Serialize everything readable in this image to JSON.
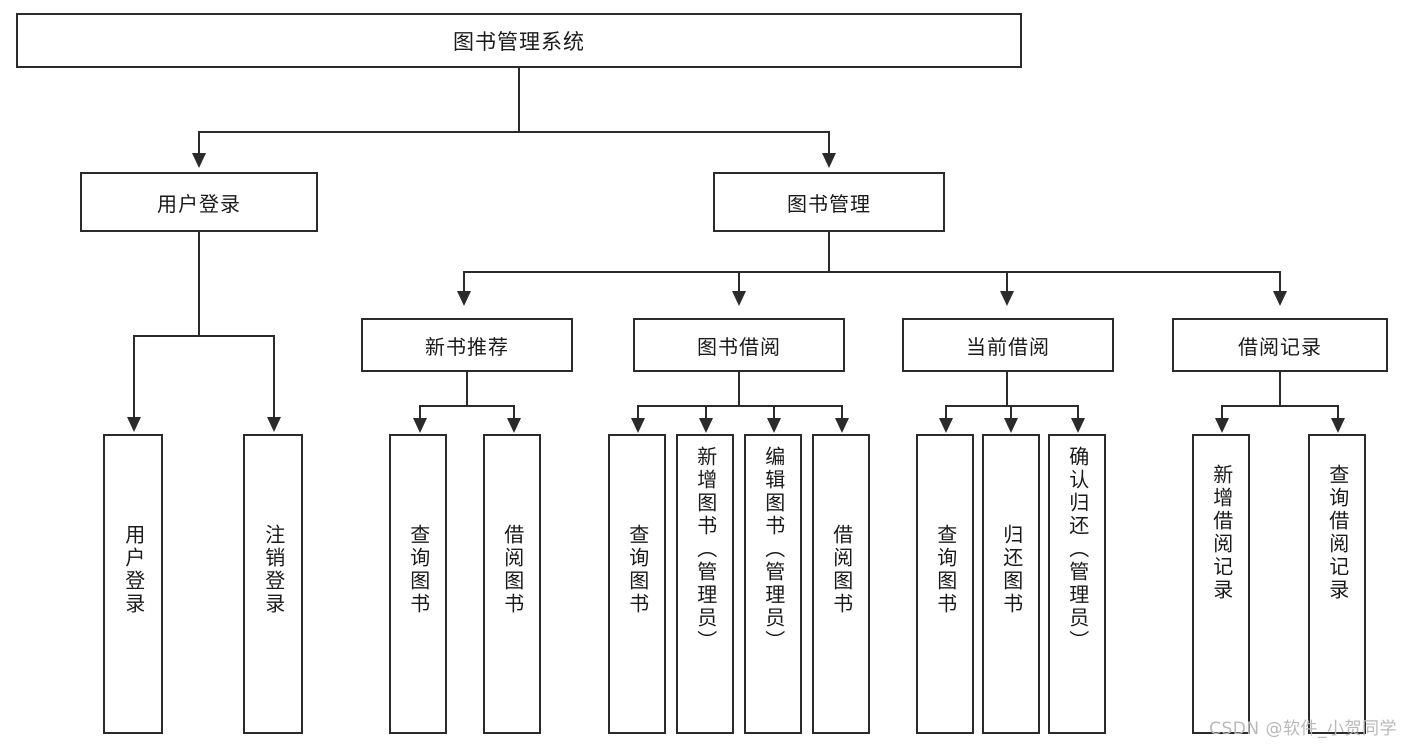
{
  "diagram": {
    "title": "图书管理系统",
    "type": "tree-hierarchy",
    "watermark": "CSDN @软件_小贺同学",
    "colors": {
      "stroke": "#2b2b2b",
      "fill": "#ffffff",
      "text": "#1a1a1a",
      "watermark": "#b9b9b9"
    },
    "root": {
      "label": "图书管理系统"
    },
    "level2": [
      {
        "label": "用户登录"
      },
      {
        "label": "图书管理"
      }
    ],
    "level3": [
      {
        "label": "新书推荐"
      },
      {
        "label": "图书借阅"
      },
      {
        "label": "当前借阅"
      },
      {
        "label": "借阅记录"
      }
    ],
    "leaves": {
      "user_login": [
        {
          "label": "用户登录"
        },
        {
          "label": "注销登录"
        }
      ],
      "new_book_recommend": [
        {
          "label": "查询图书"
        },
        {
          "label": "借阅图书"
        }
      ],
      "book_borrow": [
        {
          "label": "查询图书"
        },
        {
          "label": "新增图书（管理员）"
        },
        {
          "label": "编辑图书（管理员）"
        },
        {
          "label": "借阅图书"
        }
      ],
      "current_borrow": [
        {
          "label": "查询图书"
        },
        {
          "label": "归还图书"
        },
        {
          "label": "确认归还（管理员）"
        }
      ],
      "borrow_records": [
        {
          "label": "新增借阅记录"
        },
        {
          "label": "查询借阅记录"
        }
      ]
    }
  }
}
